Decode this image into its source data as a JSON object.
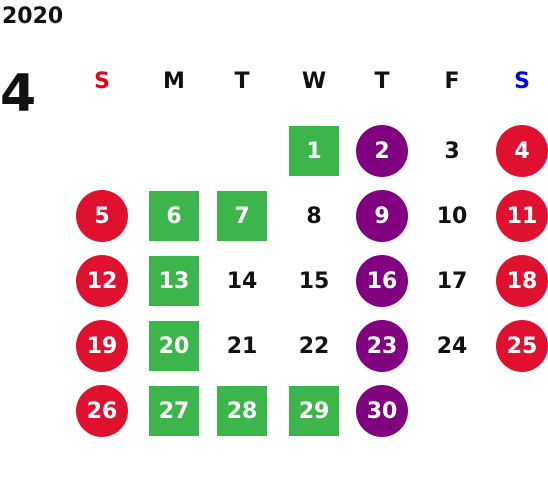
{
  "calendar": {
    "year": "2020",
    "month": "4",
    "weekdays": [
      {
        "label": "S",
        "color": "#e8001c"
      },
      {
        "label": "M",
        "color": "#111111"
      },
      {
        "label": "T",
        "color": "#111111"
      },
      {
        "label": "W",
        "color": "#111111"
      },
      {
        "label": "T",
        "color": "#111111"
      },
      {
        "label": "F",
        "color": "#111111"
      },
      {
        "label": "S",
        "color": "#0000dd"
      }
    ],
    "colors": {
      "holiday_red": "#e0112f",
      "purple": "#800080",
      "green": "#3cb54a",
      "plain": "#111111"
    },
    "days": [
      {
        "day": "1",
        "style": "square-green"
      },
      {
        "day": "2",
        "style": "circle-purple"
      },
      {
        "day": "3",
        "style": "plain"
      },
      {
        "day": "4",
        "style": "circle-red"
      },
      {
        "day": "5",
        "style": "circle-red"
      },
      {
        "day": "6",
        "style": "square-green"
      },
      {
        "day": "7",
        "style": "square-green"
      },
      {
        "day": "8",
        "style": "plain"
      },
      {
        "day": "9",
        "style": "circle-purple"
      },
      {
        "day": "10",
        "style": "plain"
      },
      {
        "day": "11",
        "style": "circle-red"
      },
      {
        "day": "12",
        "style": "circle-red"
      },
      {
        "day": "13",
        "style": "square-green"
      },
      {
        "day": "14",
        "style": "plain"
      },
      {
        "day": "15",
        "style": "plain"
      },
      {
        "day": "16",
        "style": "circle-purple"
      },
      {
        "day": "17",
        "style": "plain"
      },
      {
        "day": "18",
        "style": "circle-red"
      },
      {
        "day": "19",
        "style": "circle-red"
      },
      {
        "day": "20",
        "style": "square-green"
      },
      {
        "day": "21",
        "style": "plain"
      },
      {
        "day": "22",
        "style": "plain"
      },
      {
        "day": "23",
        "style": "circle-purple"
      },
      {
        "day": "24",
        "style": "plain"
      },
      {
        "day": "25",
        "style": "circle-red"
      },
      {
        "day": "26",
        "style": "circle-red"
      },
      {
        "day": "27",
        "style": "square-green"
      },
      {
        "day": "28",
        "style": "square-green"
      },
      {
        "day": "29",
        "style": "square-green"
      },
      {
        "day": "30",
        "style": "circle-purple"
      }
    ]
  }
}
